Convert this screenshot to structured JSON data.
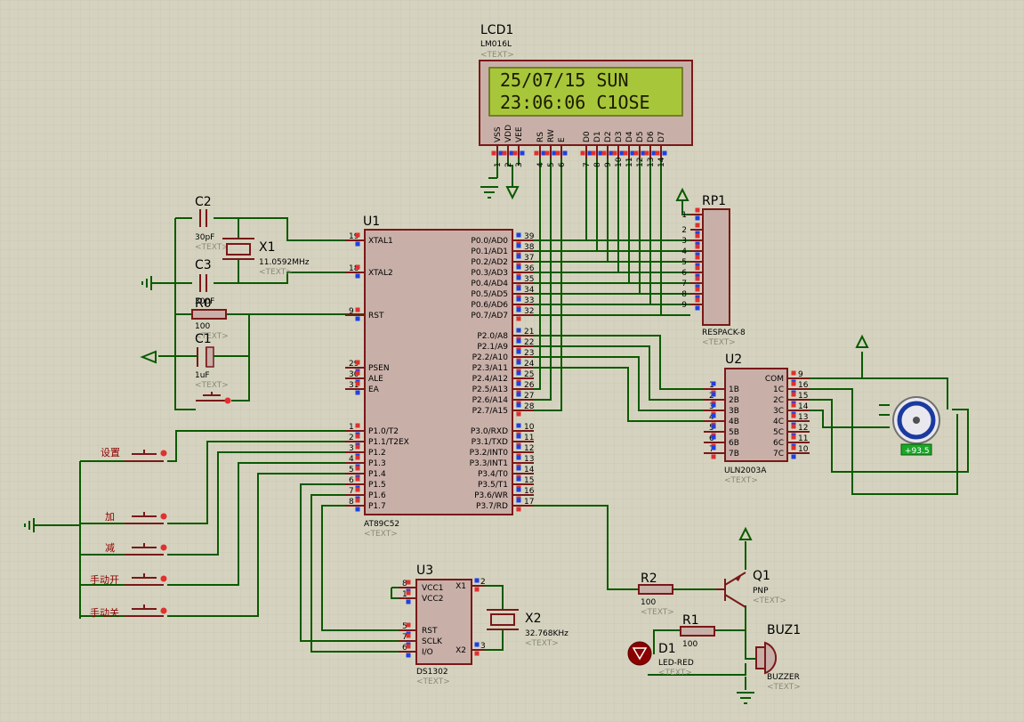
{
  "lcd": {
    "ref": "LCD1",
    "part": "LM016L",
    "text_tag": "<TEXT>",
    "line1": "25/07/15 SUN",
    "line2": "23:06:06 C1OSE",
    "pins": [
      "VSS",
      "VDD",
      "VEE",
      "RS",
      "RW",
      "E",
      "D0",
      "D1",
      "D2",
      "D3",
      "D4",
      "D5",
      "D6",
      "D7"
    ],
    "pin_numbers": [
      "1",
      "2",
      "3",
      "4",
      "5",
      "6",
      "7",
      "8",
      "9",
      "10",
      "11",
      "12",
      "13",
      "14"
    ]
  },
  "mcu": {
    "ref": "U1",
    "part": "AT89C52",
    "text_tag": "<TEXT>",
    "left_pins": [
      {
        "num": "19",
        "name": "XTAL1"
      },
      {
        "num": "18",
        "name": "XTAL2"
      },
      {
        "num": "9",
        "name": "RST"
      },
      {
        "num": "29",
        "name": "PSEN"
      },
      {
        "num": "30",
        "name": "ALE"
      },
      {
        "num": "31",
        "name": "EA"
      },
      {
        "num": "1",
        "name": "P1.0/T2"
      },
      {
        "num": "2",
        "name": "P1.1/T2EX"
      },
      {
        "num": "3",
        "name": "P1.2"
      },
      {
        "num": "4",
        "name": "P1.3"
      },
      {
        "num": "5",
        "name": "P1.4"
      },
      {
        "num": "6",
        "name": "P1.5"
      },
      {
        "num": "7",
        "name": "P1.6"
      },
      {
        "num": "8",
        "name": "P1.7"
      }
    ],
    "right_pins": [
      {
        "num": "39",
        "name": "P0.0/AD0"
      },
      {
        "num": "38",
        "name": "P0.1/AD1"
      },
      {
        "num": "37",
        "name": "P0.2/AD2"
      },
      {
        "num": "36",
        "name": "P0.3/AD3"
      },
      {
        "num": "35",
        "name": "P0.4/AD4"
      },
      {
        "num": "34",
        "name": "P0.5/AD5"
      },
      {
        "num": "33",
        "name": "P0.6/AD6"
      },
      {
        "num": "32",
        "name": "P0.7/AD7"
      },
      {
        "num": "21",
        "name": "P2.0/A8"
      },
      {
        "num": "22",
        "name": "P2.1/A9"
      },
      {
        "num": "23",
        "name": "P2.2/A10"
      },
      {
        "num": "24",
        "name": "P2.3/A11"
      },
      {
        "num": "25",
        "name": "P2.4/A12"
      },
      {
        "num": "26",
        "name": "P2.5/A13"
      },
      {
        "num": "27",
        "name": "P2.6/A14"
      },
      {
        "num": "28",
        "name": "P2.7/A15"
      },
      {
        "num": "10",
        "name": "P3.0/RXD"
      },
      {
        "num": "11",
        "name": "P3.1/TXD"
      },
      {
        "num": "12",
        "name": "P3.2/INT0"
      },
      {
        "num": "13",
        "name": "P3.3/INT1"
      },
      {
        "num": "14",
        "name": "P3.4/T0"
      },
      {
        "num": "15",
        "name": "P3.5/T1"
      },
      {
        "num": "16",
        "name": "P3.6/WR"
      },
      {
        "num": "17",
        "name": "P3.7/RD"
      }
    ]
  },
  "rp1": {
    "ref": "RP1",
    "part": "RESPACK-8",
    "text_tag": "<TEXT>",
    "pins": [
      "1",
      "2",
      "3",
      "4",
      "5",
      "6",
      "7",
      "8",
      "9"
    ]
  },
  "u2": {
    "ref": "U2",
    "part": "ULN2003A",
    "text_tag": "<TEXT>",
    "left": [
      "1B",
      "2B",
      "3B",
      "4B",
      "5B",
      "6B",
      "7B"
    ],
    "left_nums": [
      "1",
      "2",
      "3",
      "4",
      "5",
      "6",
      "7"
    ],
    "right": [
      "COM",
      "1C",
      "2C",
      "3C",
      "4C",
      "5C",
      "6C",
      "7C"
    ],
    "right_nums": [
      "9",
      "16",
      "15",
      "14",
      "13",
      "12",
      "11",
      "10"
    ]
  },
  "motor": {
    "readout": "+93.5"
  },
  "u3": {
    "ref": "U3",
    "part": "DS1302",
    "text_tag": "<TEXT>",
    "pins": [
      {
        "num": "8",
        "name": "VCC1"
      },
      {
        "num": "1",
        "name": "VCC2"
      },
      {
        "num": "5",
        "name": "RST"
      },
      {
        "num": "7",
        "name": "SCLK"
      },
      {
        "num": "6",
        "name": "I/O"
      },
      {
        "num": "2",
        "name": "X1"
      },
      {
        "num": "3",
        "name": "X2"
      }
    ]
  },
  "c2": {
    "ref": "C2",
    "value": "30pF",
    "text_tag": "<TEXT>"
  },
  "c3": {
    "ref": "C3",
    "value": "30pF",
    "text_tag": "<TEXT>"
  },
  "x1": {
    "ref": "X1",
    "value": "11.0592MHz",
    "text_tag": "<TEXT>"
  },
  "r0": {
    "ref": "R0",
    "value": "100",
    "text_tag": "<TEXT>"
  },
  "c1": {
    "ref": "C1",
    "value": "1uF",
    "text_tag": "<TEXT>"
  },
  "x2": {
    "ref": "X2",
    "value": "32.768KHz",
    "text_tag": "<TEXT>"
  },
  "r2": {
    "ref": "R2",
    "value": "100",
    "text_tag": "<TEXT>"
  },
  "r1": {
    "ref": "R1",
    "value": "100",
    "text_tag": "<TEXT>"
  },
  "q1": {
    "ref": "Q1",
    "value": "PNP",
    "text_tag": "<TEXT>"
  },
  "d1": {
    "ref": "D1",
    "value": "LED-RED",
    "text_tag": "<TEXT>"
  },
  "buz1": {
    "ref": "BUZ1",
    "value": "BUZZER",
    "text_tag": "<TEXT>"
  },
  "buttons": {
    "set": "设置",
    "plus": "加",
    "minus": "减",
    "manual_open": "手动开",
    "manual_close": "手动关"
  }
}
